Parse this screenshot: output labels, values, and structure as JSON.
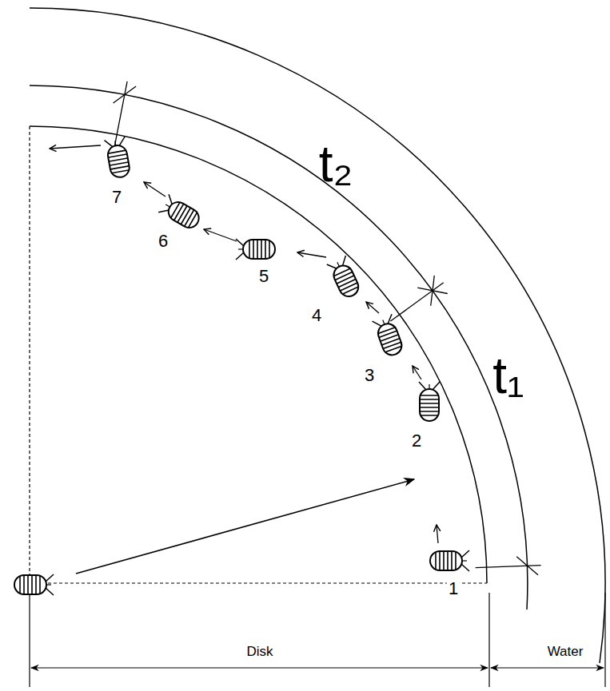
{
  "diagram": {
    "labels": [
      "t₂",
      "7",
      "6",
      "5",
      "4",
      "3",
      "t₁",
      "2",
      "1",
      "Disk",
      "Water"
    ]
  }
}
